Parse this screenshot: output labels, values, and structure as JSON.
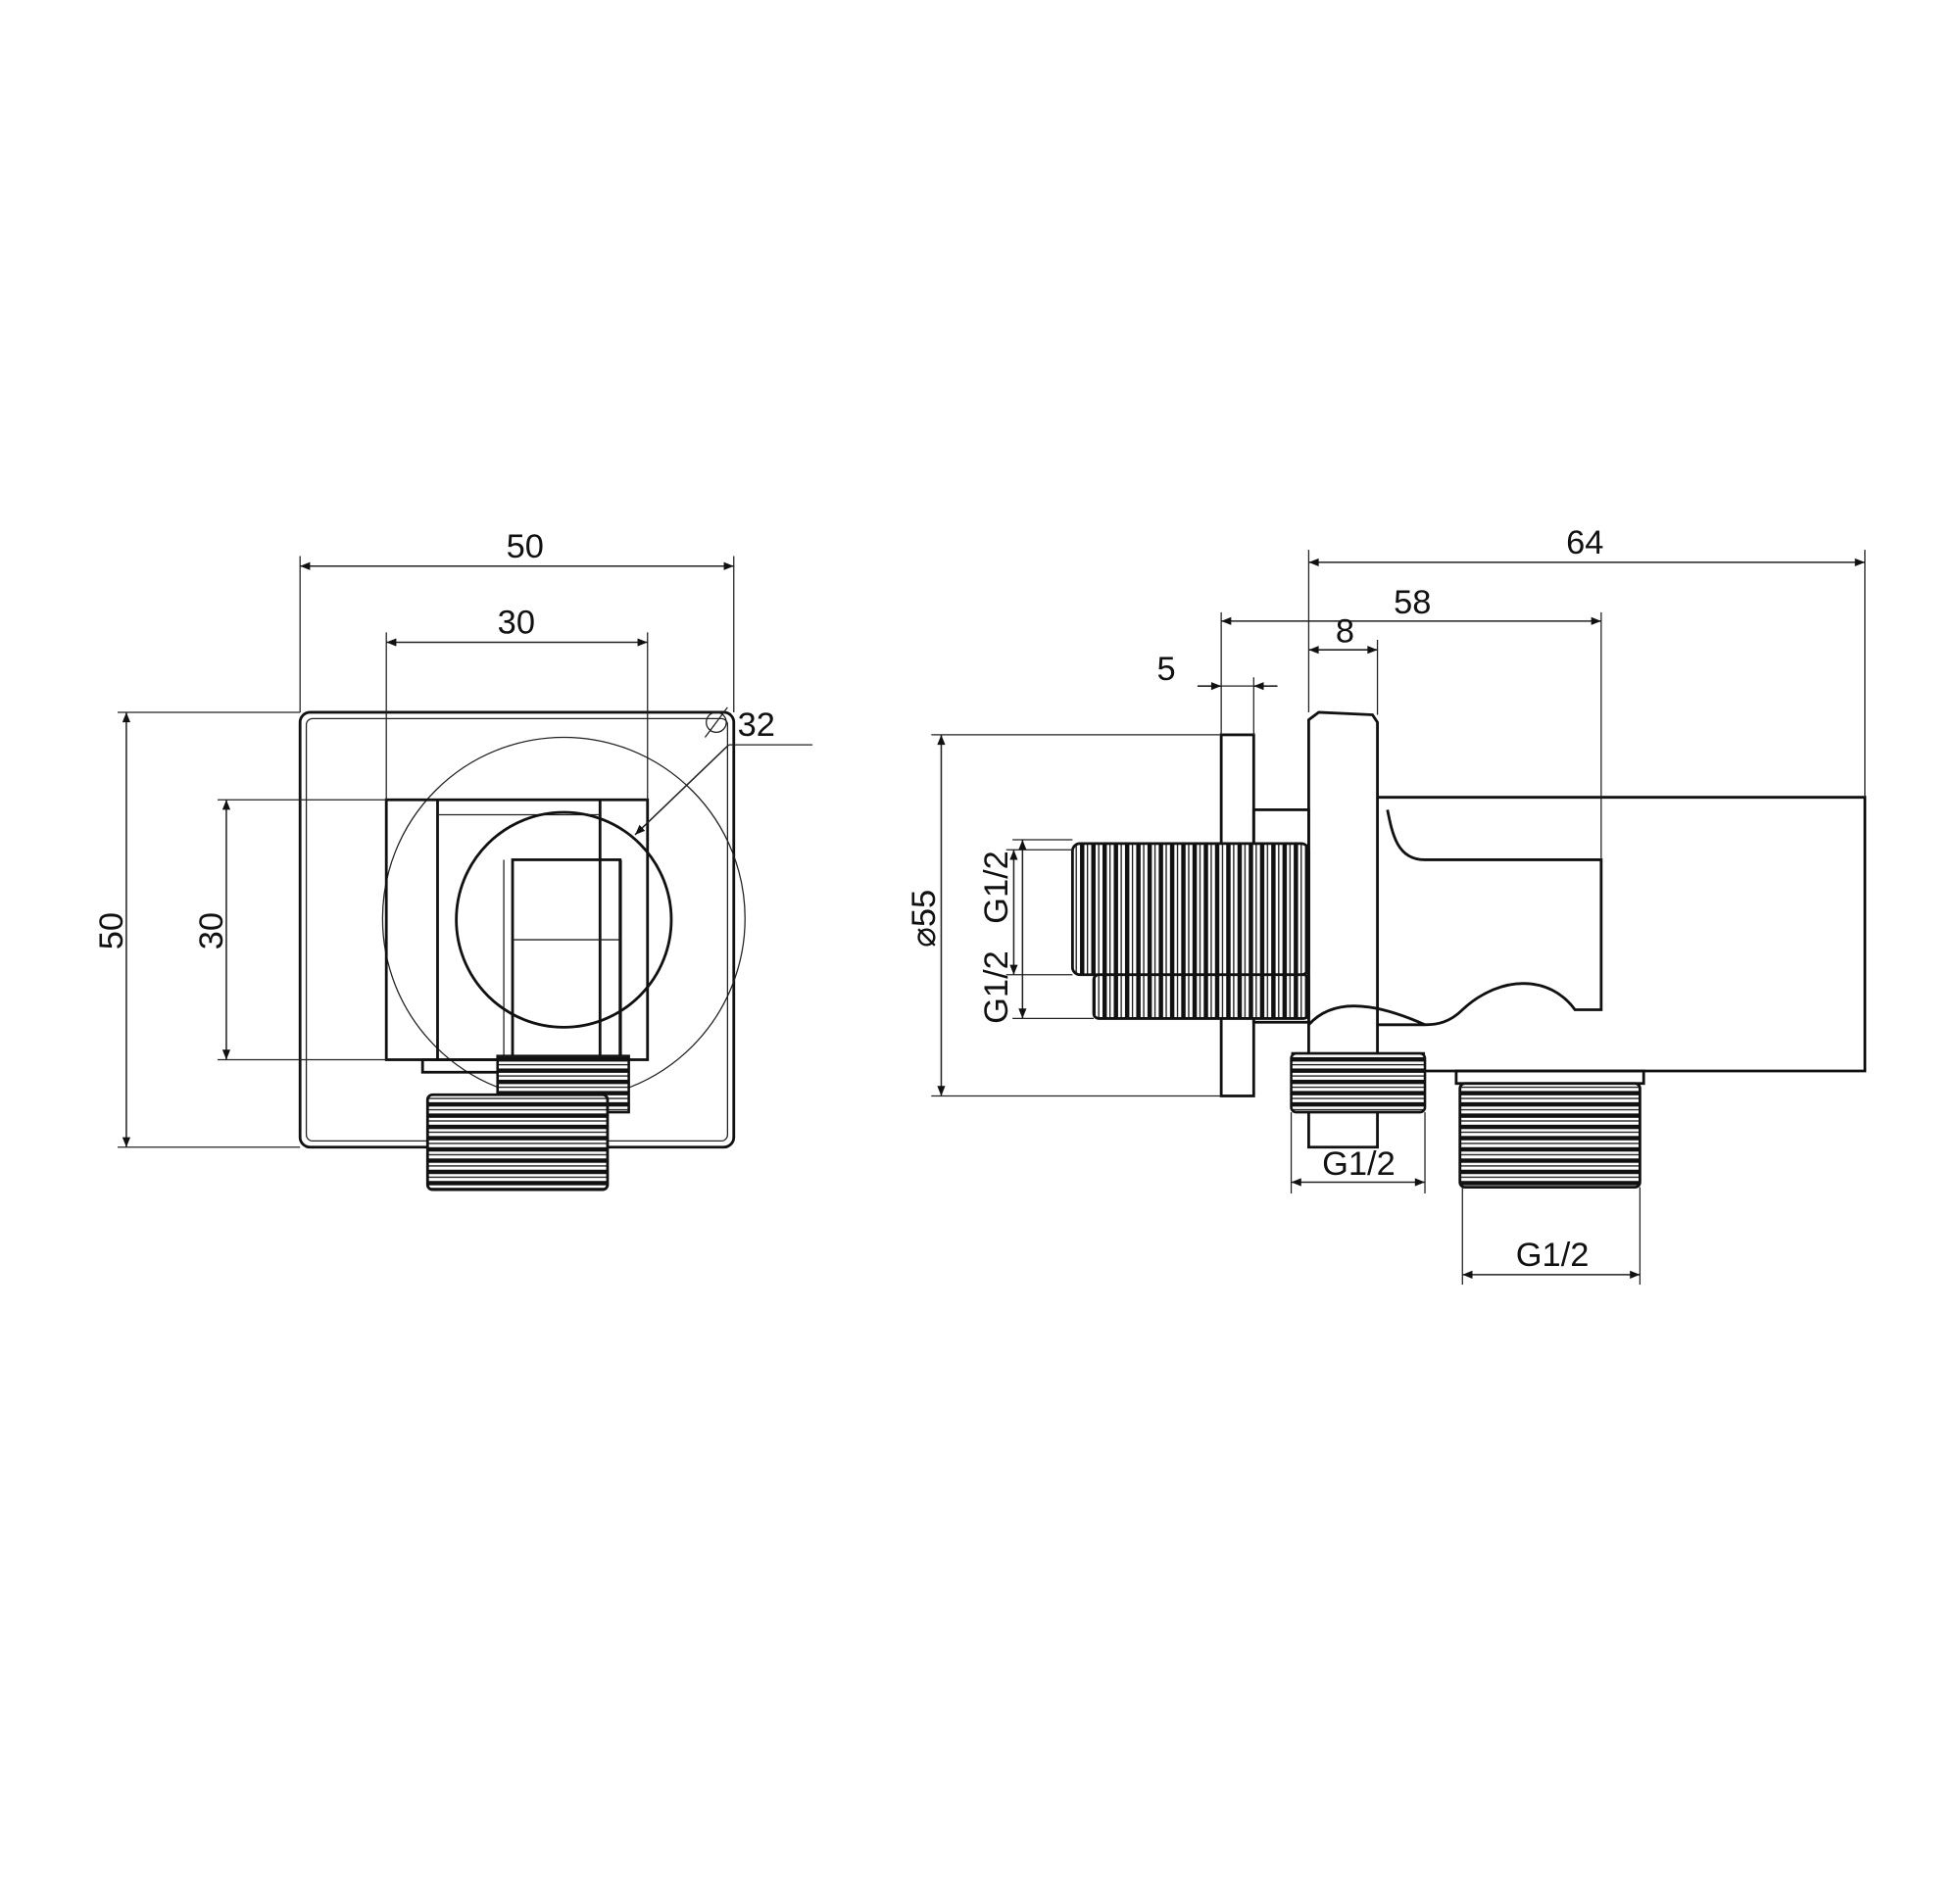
{
  "front_view": {
    "width_outer": "50",
    "width_inner": "30",
    "height_outer": "50",
    "height_inner": "30",
    "diameter_label": "32",
    "diameter_symbol": "diameter-symbol"
  },
  "side_view": {
    "total_length": "64",
    "body_length": "58",
    "flange_thickness": "8",
    "plate_thickness": "5",
    "plate_diameter": "⌀55",
    "inlet_thread": "G1/2",
    "inlet_thread_overlap": "G1/2",
    "lower_thread_left": "G1/2",
    "outlet_thread": "G1/2"
  },
  "colors": {
    "line": "#111111",
    "background": "#ffffff"
  }
}
